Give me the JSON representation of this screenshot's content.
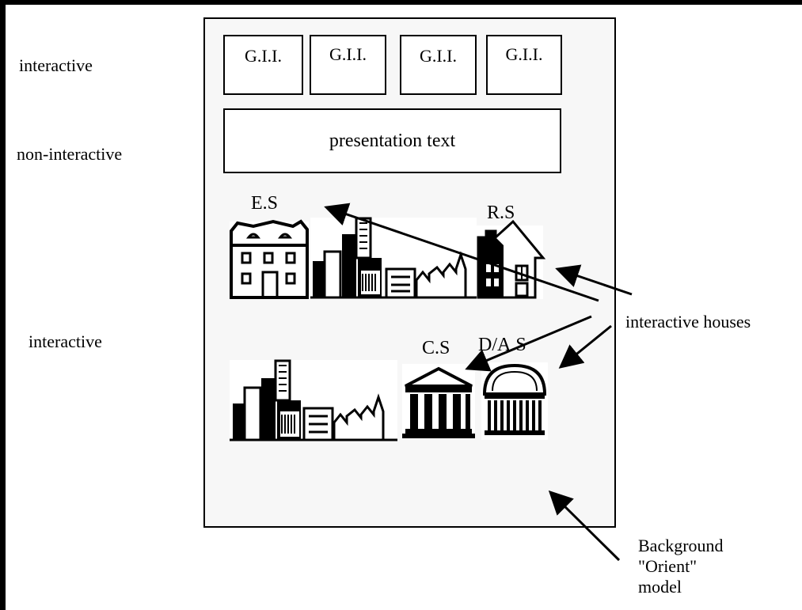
{
  "labels": {
    "interactive_top": "interactive",
    "non_interactive": "non-interactive",
    "interactive_mid": "interactive",
    "interactive_houses": "interactive houses",
    "background_line1": "Background",
    "background_line2": "\"Orient\"",
    "background_line3": "model"
  },
  "gii_buttons": [
    "G.I.I.",
    "G.I.I.",
    "G.I.I.",
    "G.I.I."
  ],
  "presentation_text": "presentation text",
  "buildings": {
    "es": "E.S",
    "rs": "R.S",
    "cs": "C.S",
    "das": "D/A.S"
  }
}
